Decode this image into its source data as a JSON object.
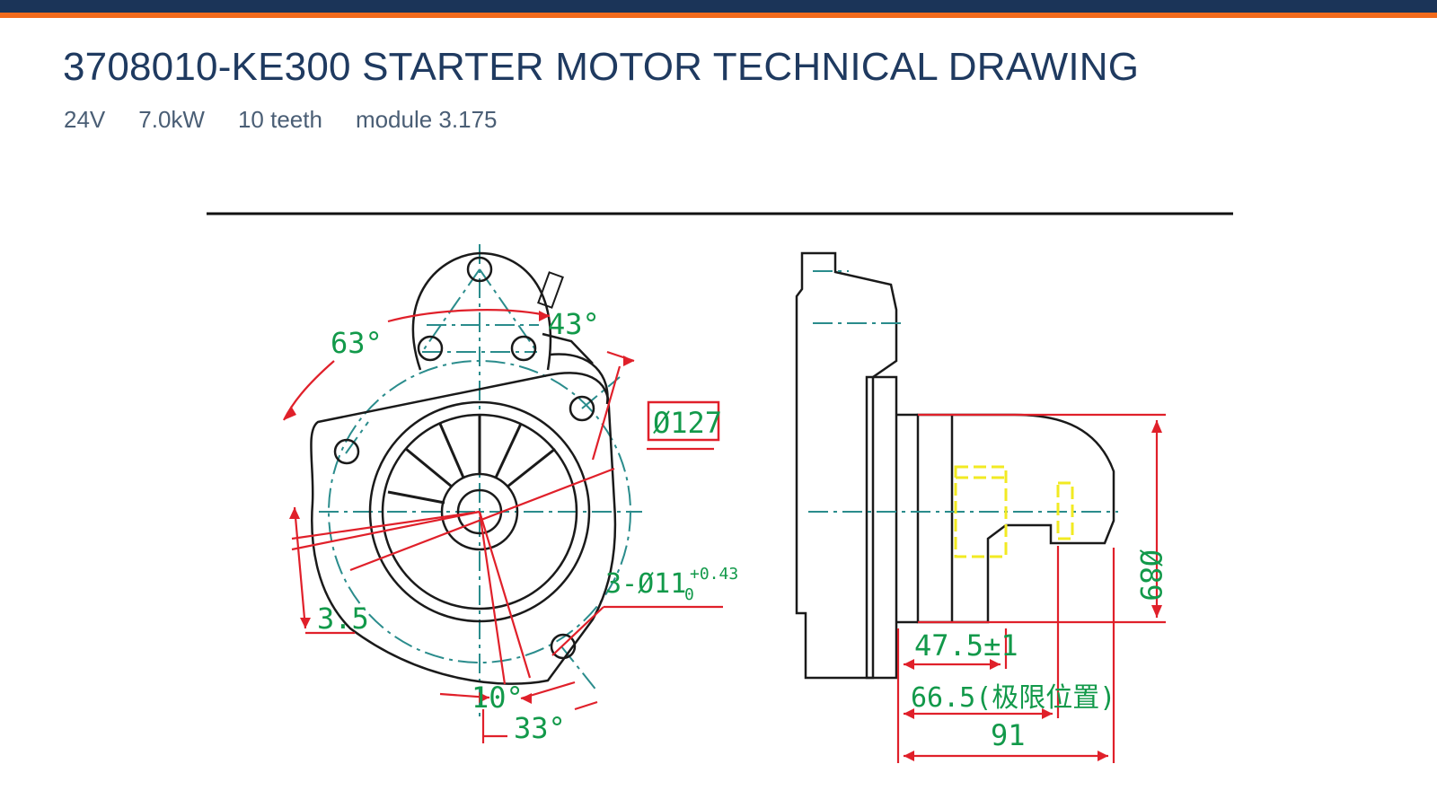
{
  "header": {
    "title": "3708010-KE300 STARTER MOTOR TECHNICAL DRAWING",
    "specs": [
      "24V",
      "7.0kW",
      "10 teeth",
      "module 3.175"
    ]
  },
  "drawing": {
    "front_view": {
      "dim_63": "63°",
      "dim_43": "43°",
      "dim_diameter_127": "Ø127",
      "dim_holes": "3-Ø11",
      "dim_holes_tol_upper": "+0.43",
      "dim_holes_tol_lower": "0",
      "dim_3_5": "3.5",
      "dim_10": "10°",
      "dim_33": "33°"
    },
    "side_view": {
      "dim_diameter_89": "Ø89",
      "dim_47_5": "47.5±1",
      "dim_66_5": "66.5(极限位置)",
      "dim_91": "91"
    }
  },
  "colors": {
    "navy": "#1b3458",
    "orange": "#f26a1b",
    "title": "#1f3a60",
    "dimension_text": "#12994a",
    "dimension_line": "#e0202a",
    "center_line": "#2a8c8c",
    "outline": "#1a1a1a",
    "pinion_highlight": "#f2ea22"
  }
}
